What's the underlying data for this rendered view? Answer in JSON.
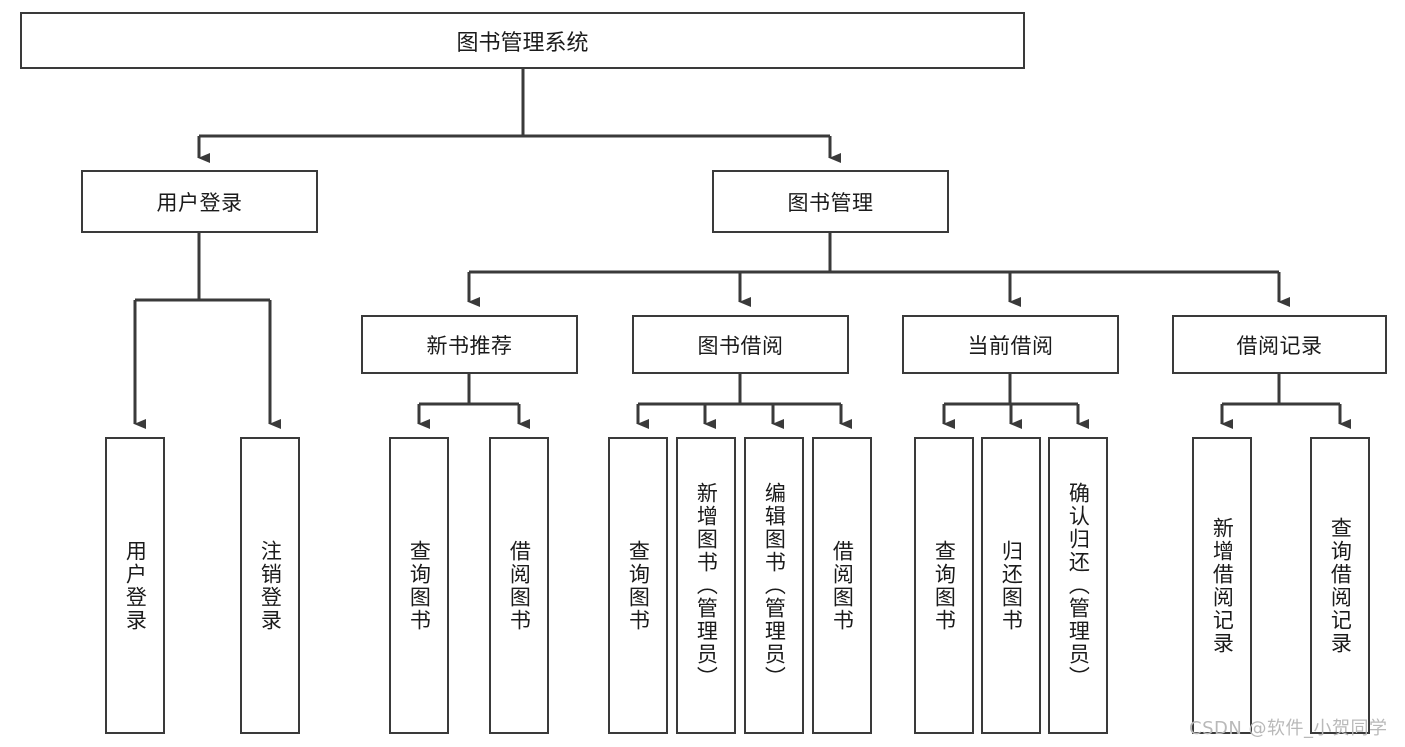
{
  "diagram": {
    "title_node": {
      "label": "图书管理系统"
    },
    "level2": [
      {
        "id": "user-login",
        "label": "用户登录"
      },
      {
        "id": "book-management",
        "label": "图书管理"
      }
    ],
    "level3": [
      {
        "id": "new-book-recommend",
        "label": "新书推荐"
      },
      {
        "id": "book-borrow",
        "label": "图书借阅"
      },
      {
        "id": "current-borrow",
        "label": "当前借阅"
      },
      {
        "id": "borrow-record",
        "label": "借阅记录"
      }
    ],
    "leaves": [
      {
        "id": "leaf-user-login",
        "label": "用户登录"
      },
      {
        "id": "leaf-logout-login",
        "label": "注销登录"
      },
      {
        "id": "leaf-query-book-1",
        "label": "查询图书"
      },
      {
        "id": "leaf-borrow-book-1",
        "label": "借阅图书"
      },
      {
        "id": "leaf-query-book-2",
        "label": "查询图书"
      },
      {
        "id": "leaf-add-book",
        "label": "新增图书（管理员）"
      },
      {
        "id": "leaf-edit-book",
        "label": "编辑图书（管理员）"
      },
      {
        "id": "leaf-borrow-book-2",
        "label": "借阅图书"
      },
      {
        "id": "leaf-query-book-3",
        "label": "查询图书"
      },
      {
        "id": "leaf-return-book",
        "label": "归还图书"
      },
      {
        "id": "leaf-confirm-return",
        "label": "确认归还（管理员）"
      },
      {
        "id": "leaf-add-record",
        "label": "新增借阅记录"
      },
      {
        "id": "leaf-query-record",
        "label": "查询借阅记录"
      }
    ],
    "colors": {
      "stroke": "#3a3a3a",
      "fill": "#ffffff",
      "text": "#1b1b1b",
      "watermark": "#b9b9b9"
    }
  },
  "watermark": {
    "text": "CSDN @软件_小贺同学"
  }
}
